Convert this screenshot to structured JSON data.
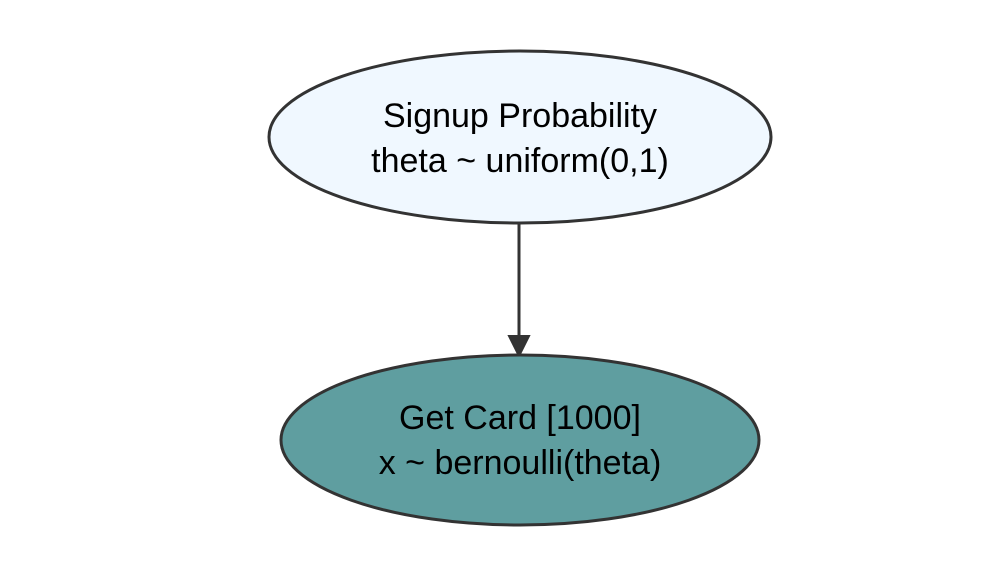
{
  "nodes": [
    {
      "id": "theta",
      "line1": "Signup Probability",
      "line2": "theta ~ uniform(0,1)",
      "fill": "#f0f8ff",
      "observed": false
    },
    {
      "id": "x",
      "line1": "Get Card [1000]",
      "line2": "x ~ bernoulli(theta)",
      "fill": "#5f9ea0",
      "observed": true
    }
  ],
  "edges": [
    {
      "from": "theta",
      "to": "x"
    }
  ],
  "colors": {
    "stroke": "#333333",
    "text": "#000000",
    "background": "#ffffff"
  }
}
